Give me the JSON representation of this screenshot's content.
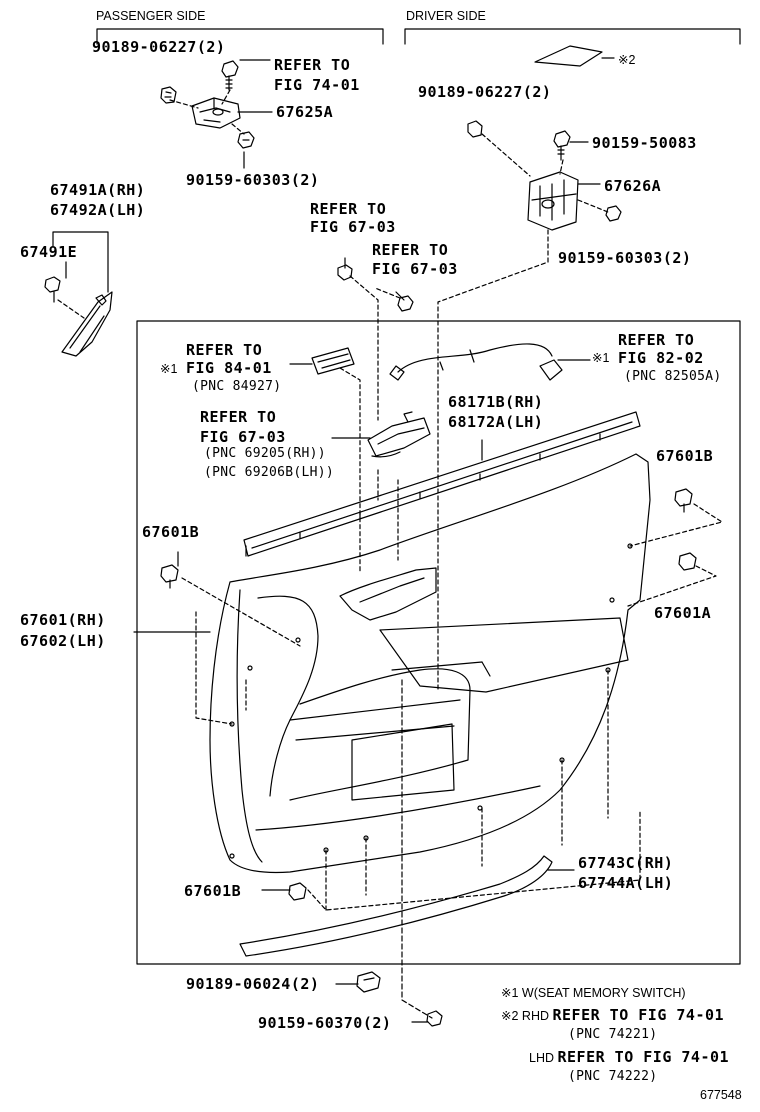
{
  "sections": {
    "passenger": "PASSENGER SIDE",
    "driver": "DRIVER SIDE"
  },
  "labels": {
    "p_clip_qty": "90189-06227(2)",
    "p_refer": "REFER TO",
    "p_fig": "FIG 74-01",
    "p_bracket": "67625A",
    "p_screw_qty": "90159-60303(2)",
    "trim_rh": "67491A(RH)",
    "trim_lh": "67492A(LH)",
    "trim_e": "67491E",
    "refer_a": "REFER TO",
    "fig_a": "FIG 67-03",
    "refer_b": "REFER TO",
    "fig_b": "FIG 67-03",
    "d_mark2": "※2",
    "d_clip_qty": "90189-06227(2)",
    "d_screw": "90159-50083",
    "d_bracket": "67626A",
    "d_screw_qty": "90159-60303(2)",
    "sw_refer": "REFER TO",
    "sw_mark": "※1",
    "sw_fig": "FIG 84-01",
    "sw_pnc": "(PNC 84927)",
    "wire_refer": "REFER TO",
    "wire_mark": "※1",
    "wire_fig": "FIG 82-02",
    "wire_pnc": "(PNC 82505A)",
    "handle_refer": "REFER TO",
    "handle_fig": "FIG 67-03",
    "handle_pnc1": "(PNC 69205(RH))",
    "handle_pnc2": "(PNC 69206B(LH))",
    "wx_rh": "68171B(RH)",
    "wx_lh": "68172A(LH)",
    "clip_b_right": "67601B",
    "clip_b_left": "67601B",
    "clip_a": "67601A",
    "panel_rh": "67601(RH)",
    "panel_lh": "67602(LH)",
    "strip_rh": "67743C(RH)",
    "strip_lh": "67744A(LH)",
    "clip_b_bottom": "67601B",
    "bot_clip_qty": "90189-06024(2)",
    "bot_screw_qty": "90159-60370(2)"
  },
  "notes": {
    "n1_mark": "※1",
    "n1_text": "W(SEAT MEMORY SWITCH)",
    "n2_mark": "※2",
    "n2_rhd": "RHD",
    "n2_rhd_ref": "REFER TO FIG 74-01",
    "n2_rhd_pnc": "(PNC 74221)",
    "n2_lhd": "LHD",
    "n2_lhd_ref": "REFER TO FIG 74-01",
    "n2_lhd_pnc": "(PNC 74222)"
  },
  "figure_id": "677548"
}
